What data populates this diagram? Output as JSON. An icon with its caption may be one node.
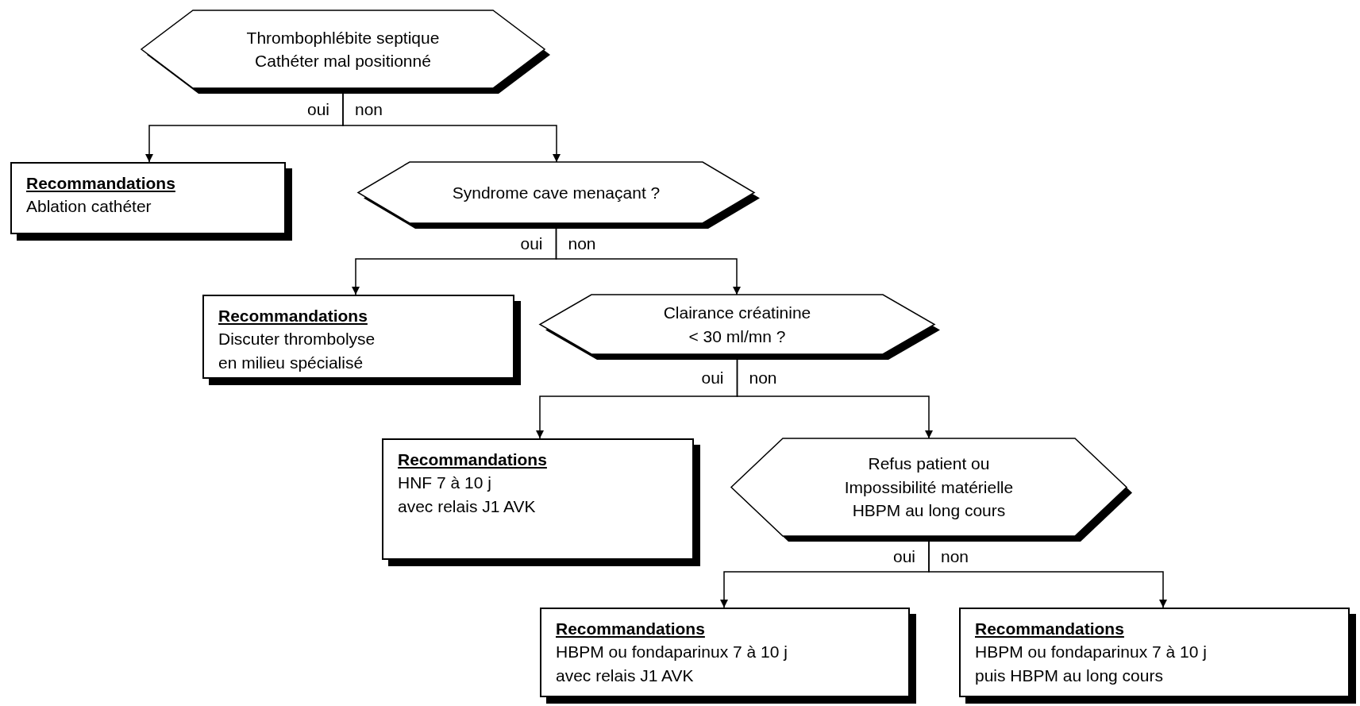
{
  "diagram": {
    "nodes": [
      {
        "text": [
          "Thrombophlébite septique Cathéter mal positionné"
        ]
      },
      {
        "text": [
          "Recommandations",
          "Ablation cathéter"
        ]
      },
      {
        "text": [
          "Syndrome cave menaçant ?"
        ]
      },
      {
        "text": [
          "Recommandations",
          "Discuter thrombolyse en milieu spécialisé"
        ]
      },
      {
        "text": [
          "Clairance créatinine < 30 ml/mn ?"
        ]
      },
      {
        "text": [
          "Recommandations",
          "HNF 7 à 10 j avec relais J1 AVK"
        ]
      },
      {
        "text": [
          "Refus patient ou Impossibilité matérielle HBPM au long cours"
        ]
      },
      {
        "text": [
          "Recommandations",
          "HBPM ou fondaparinux 7 à 10 j avec relais J1 AVK"
        ]
      },
      {
        "text": [
          "Recommandations",
          "HBPM ou fondaparinux 7 à 10 j puis HBPM au long cours"
        ]
      }
    ],
    "edges": [
      {
        "from": 0,
        "to": 1,
        "arrow": "to",
        "label": "oui"
      },
      {
        "from": 0,
        "to": 2,
        "arrow": "to",
        "label": "non"
      },
      {
        "from": 2,
        "to": 3,
        "arrow": "to",
        "label": "oui"
      },
      {
        "from": 2,
        "to": 4,
        "arrow": "to",
        "label": "non"
      },
      {
        "from": 4,
        "to": 5,
        "arrow": "to",
        "label": "oui"
      },
      {
        "from": 4,
        "to": 6,
        "arrow": "to",
        "label": "non"
      },
      {
        "from": 6,
        "to": 7,
        "arrow": "to",
        "label": "oui"
      },
      {
        "from": 6,
        "to": 8,
        "arrow": "to",
        "label": "non"
      }
    ]
  }
}
